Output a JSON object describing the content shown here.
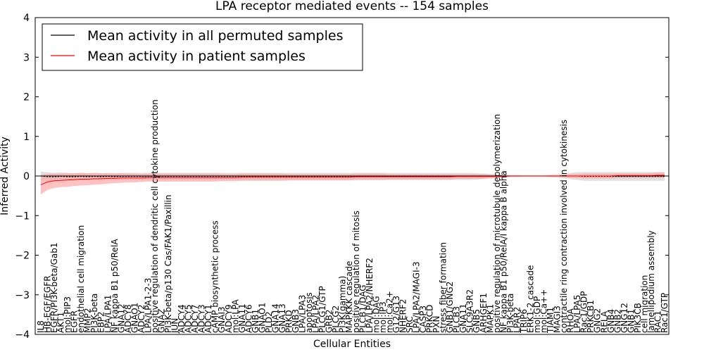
{
  "chart_data": {
    "type": "line",
    "title": "LPA receptor mediated events -- 154 samples",
    "xlabel": "Cellular Entities",
    "ylabel": "Inferred Activity",
    "ylim": [
      -4,
      4
    ],
    "yticks": [
      -4,
      -3,
      -2,
      -1,
      0,
      1,
      2,
      3,
      4
    ],
    "grid": false,
    "legend_position": "top-left",
    "colors": {
      "permuted": "#000000",
      "patient": "#ff0000",
      "patient_band": "#ff9999",
      "permuted_band": "#bbbbbb"
    },
    "categories": [
      "IL8",
      "HB-EGF/EGFR",
      "EGFR/PI3K-beta/Gab1",
      "AKT1",
      "mol:PIP3",
      "EGFR",
      "endothelial cell migration",
      "MMP2",
      "PI3K-beta",
      "EBP2",
      "LPA/LPA1",
      "NF kappa B1 p50/RelA",
      "GNA12",
      "ADCY8",
      "GNAO1",
      "ADCY2",
      "LPA/LPA1-2-3",
      "positive regulation of dendritic cell cytokine production",
      "GNAZ",
      "PI3K-beta/p130 Cas/FAK1/Paxillin",
      "JUN",
      "ADCY4",
      "ADCY5",
      "ADCY7",
      "ADCY3",
      "ADCY1",
      "cAMP biosynthetic process",
      "GNAI3",
      "ADCY9",
      "mol:LPA",
      "GNA11",
      "ADCY6",
      "GNB1",
      "GNAO1",
      "PLD2",
      "GNA14",
      "GNA13",
      "PRKD",
      "GNB3",
      "LPA/LPA3",
      "apoptosis",
      "LPA/LPA2",
      "PLCG1/GTP",
      "GRB2",
      "PLCG2",
      "PI3K(gamma)",
      "MAPKKK cascade",
      "positive regulation of mitosis",
      "PLCB1/DAG",
      "LPA/LPA2/NHERF2",
      "mol:DAG",
      "mol:IP3",
      "mol:Ca2+",
      "G12/G13",
      "NHERF2",
      "SRC",
      "LPA/LPA2/MAGI-3",
      "CASP3",
      "PRKCD",
      "PXN",
      "stress fiber formation",
      "GNB1/GNG2",
      "PLCB3",
      "GNA11",
      "SLC9A3R2",
      "GNB5",
      "ARHGEF1",
      "MAPK1",
      "positive regulation of microtubule depolymerization",
      "NF kappa B1 p50/RelA/I kappa B alpha",
      "PI3K-beta",
      "LPAR2",
      "TRIP6",
      "ERK1-2 cascade",
      "mol:GDP",
      "mol:Ca++",
      "TIAM1",
      "MAGI3",
      "contractile ring contraction involved in cytokinesis",
      "RHOA",
      "LPA/LPA5",
      "Rac1/GDP",
      "PRKCB1",
      "GNG2",
      "RELA",
      "GNB4",
      "GNB2",
      "GNG12",
      "GNB1",
      "PIK3CB",
      "cell migration",
      "lamellipodium assembly",
      "RAC1",
      "Rac1/GTP"
    ],
    "series": [
      {
        "name": "Mean activity in all permuted samples",
        "values": [
          0,
          -0.02,
          -0.02,
          -0.01,
          -0.02,
          -0.02,
          -0.01,
          -0.02,
          -0.01,
          -0.02,
          -0.01,
          -0.02,
          -0.01,
          -0.01,
          -0.01,
          -0.01,
          -0.01,
          -0.01,
          -0.01,
          -0.01,
          -0.01,
          -0.01,
          -0.01,
          -0.01,
          -0.01,
          -0.01,
          -0.01,
          -0.01,
          -0.01,
          -0.01,
          -0.01,
          -0.01,
          -0.01,
          -0.01,
          -0.01,
          -0.01,
          -0.01,
          -0.01,
          -0.01,
          -0.01,
          -0.01,
          -0.01,
          -0.01,
          -0.01,
          -0.01,
          -0.01,
          -0.01,
          -0.01,
          -0.01,
          -0.01,
          -0.01,
          -0.01,
          -0.01,
          -0.01,
          -0.01,
          -0.01,
          -0.01,
          -0.01,
          -0.01,
          -0.01,
          -0.01,
          -0.01,
          -0.01,
          -0.01,
          -0.01,
          -0.01,
          -0.01,
          0,
          0,
          0,
          0,
          0,
          0,
          0,
          0,
          0,
          0,
          0,
          0,
          0,
          0,
          -0.01,
          -0.01,
          -0.01,
          -0.01,
          -0.01,
          -0.01,
          -0.01,
          -0.01,
          -0.01,
          -0.01,
          -0.01,
          -0.01,
          -0.01
        ]
      },
      {
        "name": "Mean activity in patient samples",
        "values": [
          -0.22,
          -0.15,
          -0.12,
          -0.11,
          -0.1,
          -0.09,
          -0.08,
          -0.08,
          -0.07,
          -0.07,
          -0.06,
          -0.06,
          -0.05,
          -0.05,
          -0.05,
          -0.05,
          -0.04,
          -0.04,
          -0.04,
          -0.04,
          -0.04,
          -0.04,
          -0.04,
          -0.04,
          -0.04,
          -0.04,
          -0.04,
          -0.04,
          -0.04,
          -0.04,
          -0.03,
          -0.03,
          -0.03,
          -0.03,
          -0.03,
          -0.03,
          -0.03,
          -0.03,
          -0.03,
          -0.03,
          -0.03,
          -0.03,
          -0.03,
          -0.03,
          -0.03,
          -0.03,
          -0.03,
          -0.02,
          -0.02,
          -0.02,
          -0.02,
          -0.02,
          -0.02,
          -0.02,
          -0.02,
          -0.02,
          -0.02,
          -0.02,
          -0.02,
          -0.02,
          -0.02,
          -0.02,
          -0.01,
          -0.01,
          -0.01,
          -0.01,
          -0.01,
          -0.01,
          -0.01,
          -0.01,
          0,
          0,
          0,
          0,
          0,
          0,
          0,
          0,
          0,
          0,
          0,
          0,
          0,
          0,
          0,
          0,
          0.01,
          0.01,
          0.01,
          0.01,
          0.01,
          0.01,
          0.02,
          0.02
        ]
      }
    ],
    "patient_band_halfwidth": [
      0.25,
      0.2,
      0.18,
      0.17,
      0.17,
      0.16,
      0.16,
      0.15,
      0.15,
      0.14,
      0.13,
      0.12,
      0.12,
      0.11,
      0.11,
      0.1,
      0.1,
      0.1,
      0.1,
      0.1,
      0.1,
      0.1,
      0.1,
      0.1,
      0.1,
      0.1,
      0.1,
      0.09,
      0.09,
      0.09,
      0.09,
      0.09,
      0.09,
      0.09,
      0.09,
      0.09,
      0.09,
      0.08,
      0.08,
      0.08,
      0.08,
      0.08,
      0.08,
      0.08,
      0.08,
      0.08,
      0.08,
      0.08,
      0.08,
      0.08,
      0.08,
      0.08,
      0.07,
      0.07,
      0.07,
      0.07,
      0.07,
      0.07,
      0.07,
      0.07,
      0.07,
      0.07,
      0.06,
      0.06,
      0.06,
      0.06,
      0.06,
      0.05,
      0.04,
      0.03,
      0.02,
      0.02,
      0.01,
      0.01,
      0.01,
      0.01,
      0.02,
      0.02,
      0.03,
      0.05,
      0.05,
      0.06,
      0.06,
      0.06,
      0.06,
      0.06,
      0.06,
      0.06,
      0.06,
      0.06,
      0.06,
      0.06,
      0.07,
      0.07
    ],
    "permuted_band_halfwidth": [
      0.12,
      0.11,
      0.1,
      0.1,
      0.1,
      0.09,
      0.09,
      0.09,
      0.09,
      0.09,
      0.09,
      0.09,
      0.09,
      0.09,
      0.09,
      0.09,
      0.09,
      0.09,
      0.09,
      0.09,
      0.09,
      0.09,
      0.09,
      0.09,
      0.09,
      0.09,
      0.09,
      0.09,
      0.09,
      0.09,
      0.09,
      0.09,
      0.09,
      0.09,
      0.09,
      0.09,
      0.09,
      0.09,
      0.09,
      0.09,
      0.09,
      0.09,
      0.09,
      0.09,
      0.09,
      0.09,
      0.09,
      0.09,
      0.09,
      0.09,
      0.09,
      0.09,
      0.09,
      0.09,
      0.09,
      0.09,
      0.09,
      0.09,
      0.09,
      0.09,
      0.09,
      0.09,
      0.09,
      0.09,
      0.09,
      0.08,
      0.07,
      0.05,
      0.04,
      0.03,
      0.02,
      0.02,
      0.02,
      0.02,
      0.02,
      0.02,
      0.03,
      0.04,
      0.06,
      0.08,
      0.1,
      0.11,
      0.11,
      0.11,
      0.11,
      0.11,
      0.11,
      0.11,
      0.11,
      0.11,
      0.11,
      0.11,
      0.11,
      0.11
    ]
  }
}
